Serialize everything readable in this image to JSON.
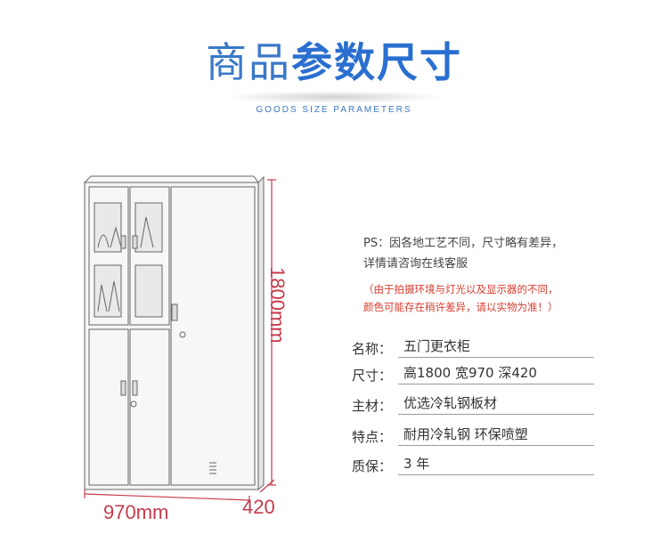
{
  "header": {
    "title_light": "商品",
    "title_bold": "参数尺寸",
    "subtitle": "GOODS SIZE PARAMETERS"
  },
  "dimensions": {
    "height": "1800mm",
    "width": "970mm",
    "depth": "420"
  },
  "notes": {
    "ps_line1": "PS：因各地工艺不同，尺寸略有差异，",
    "ps_line2": "详情请咨询在线客服",
    "note_line1": "（由于拍摄环境与灯光以及显示器的不同，",
    "note_line2": "颜色可能存在稍许差异，请以实物为准！）"
  },
  "specs": [
    {
      "label": "名称：",
      "value": "五门更衣柜"
    },
    {
      "label": "尺寸：",
      "value": "高1800  宽970  深420"
    },
    {
      "label": "主材：",
      "value": "优选冷轧钢板材"
    },
    {
      "label": "特点：",
      "value": "耐用冷轧钢    环保喷塑"
    },
    {
      "label": "质保：",
      "value": "3 年"
    }
  ],
  "colors": {
    "title_blue": "#2a6fd0",
    "dimension_red": "#c63a4a",
    "note_red": "#d63b2f"
  }
}
